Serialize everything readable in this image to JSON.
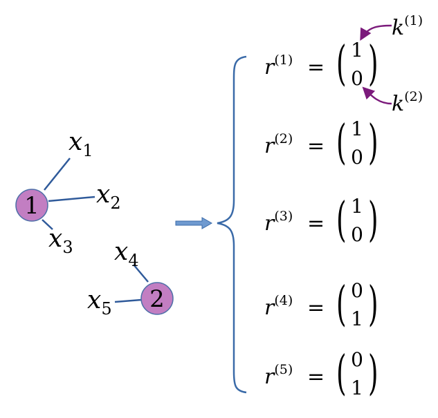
{
  "colors": {
    "node_fill": "#c27ec2",
    "node_stroke": "#4f6fa8",
    "edge": "#2f5a9a",
    "brace": "#3a6aa8",
    "arrow_fill": "#6f9ad0",
    "arrow_stroke": "#3a6aa8",
    "annotation": "#7b1a7b",
    "text": "#000000"
  },
  "graph": {
    "nodes": [
      {
        "label": "1",
        "features": [
          "x_1",
          "x_2",
          "x_3"
        ]
      },
      {
        "label": "2",
        "features": [
          "x_4",
          "x_5"
        ]
      }
    ],
    "features": [
      {
        "var": "x",
        "index": "1"
      },
      {
        "var": "x",
        "index": "2"
      },
      {
        "var": "x",
        "index": "3"
      },
      {
        "var": "x",
        "index": "4"
      },
      {
        "var": "x",
        "index": "5"
      }
    ]
  },
  "assignments": [
    {
      "var": "r",
      "superscript": "(1)",
      "equals": "=",
      "vector": [
        "1",
        "0"
      ]
    },
    {
      "var": "r",
      "superscript": "(2)",
      "equals": "=",
      "vector": [
        "1",
        "0"
      ]
    },
    {
      "var": "r",
      "superscript": "(3)",
      "equals": "=",
      "vector": [
        "1",
        "0"
      ]
    },
    {
      "var": "r",
      "superscript": "(4)",
      "equals": "=",
      "vector": [
        "0",
        "1"
      ]
    },
    {
      "var": "r",
      "superscript": "(5)",
      "equals": "=",
      "vector": [
        "0",
        "1"
      ]
    }
  ],
  "annotations": [
    {
      "var": "k",
      "superscript": "(1)"
    },
    {
      "var": "k",
      "superscript": "(2)"
    }
  ]
}
